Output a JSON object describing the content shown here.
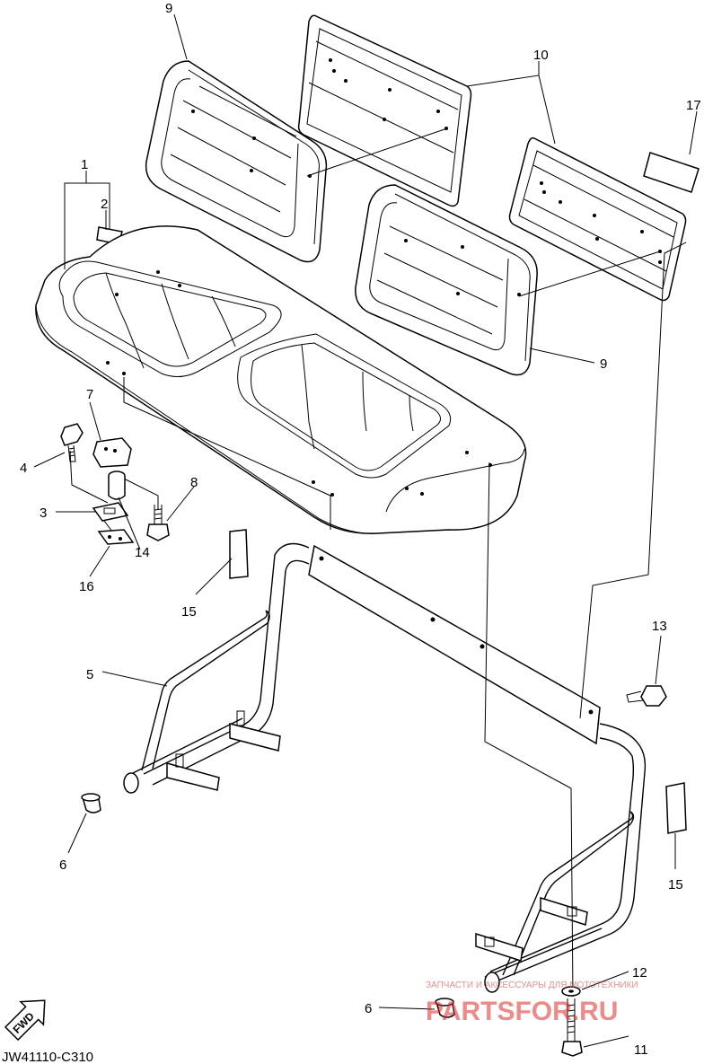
{
  "diagram_code": "JW41110-C310",
  "fwd_label": "FWD",
  "watermark": {
    "small": "ЗАПЧАСТИ И АКСЕССУАРЫ ДЛЯ МОТОТЕХНИКИ",
    "big": "PARTSFOR.RU"
  },
  "callouts": {
    "n1": "1",
    "n2": "2",
    "n3": "3",
    "n4": "4",
    "n5": "5",
    "n6a": "6",
    "n6b": "6",
    "n7": "7",
    "n8": "8",
    "n9a": "9",
    "n9b": "9",
    "n10": "10",
    "n11": "11",
    "n12": "12",
    "n13": "13",
    "n14": "14",
    "n15a": "15",
    "n15b": "15",
    "n16": "16",
    "n17": "17"
  }
}
